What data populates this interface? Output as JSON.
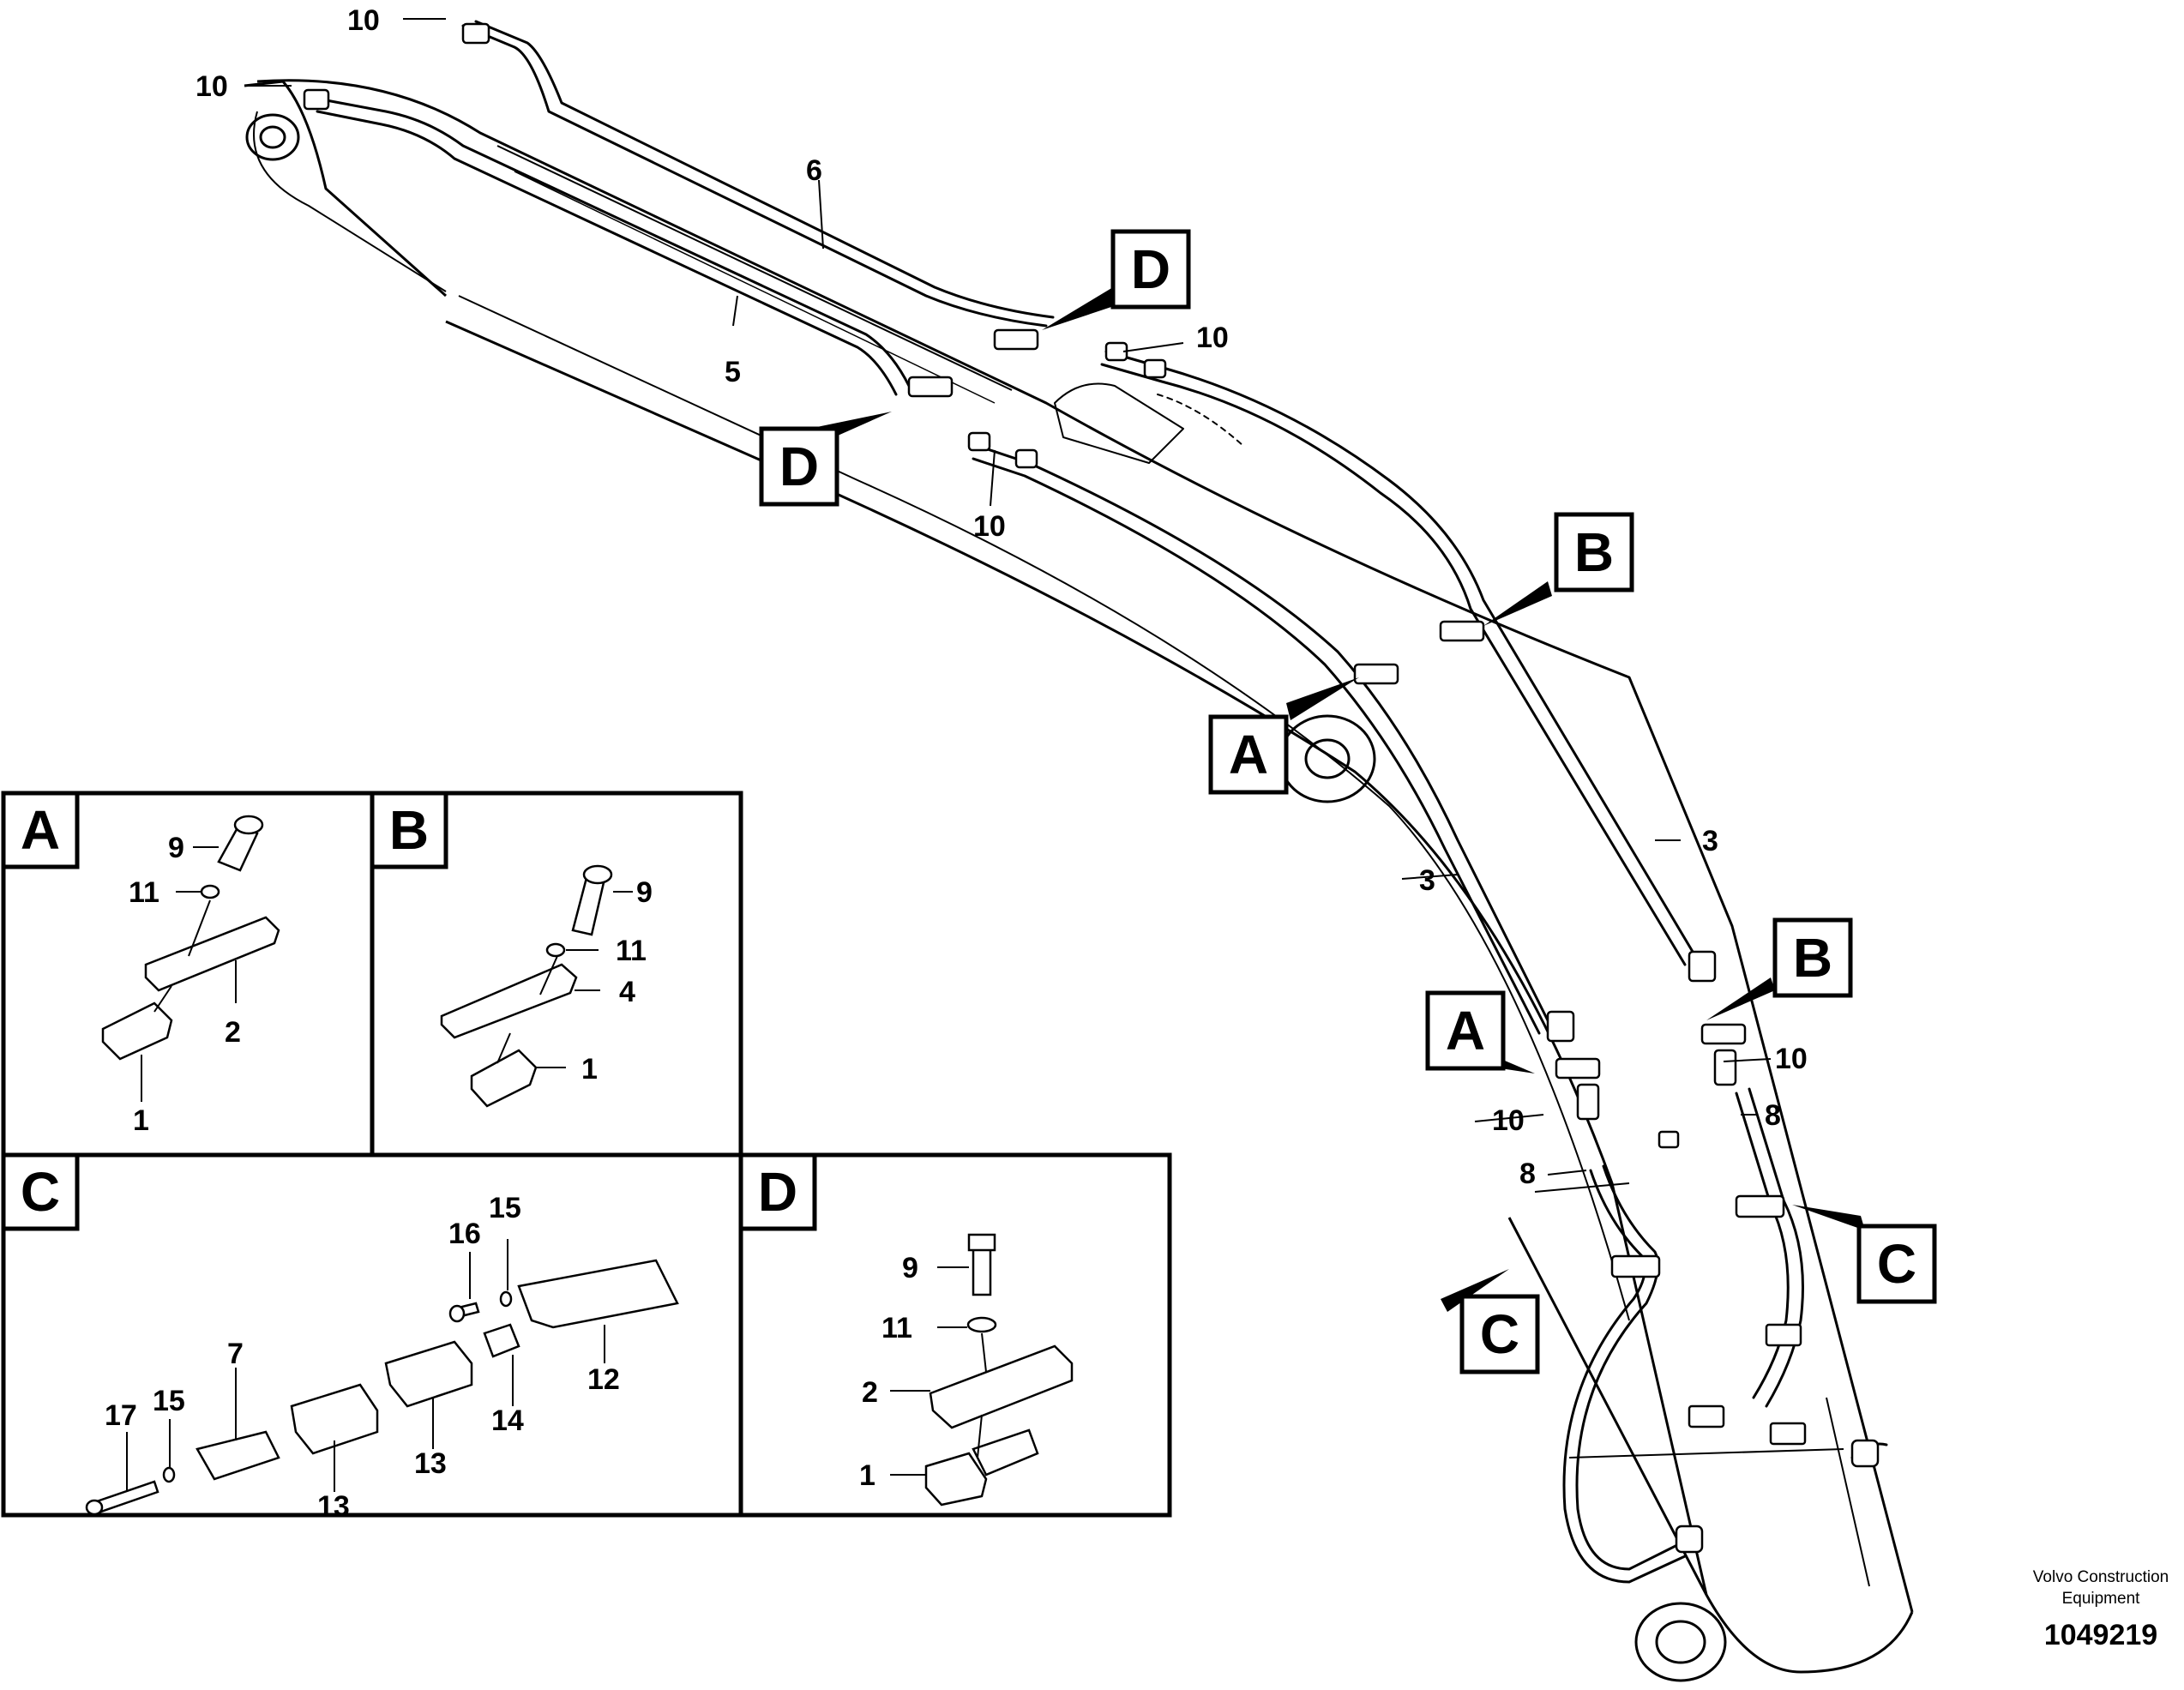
{
  "footer": {
    "company_line1": "Volvo Construction",
    "company_line2": "Equipment",
    "drawing_number": "1049219"
  },
  "callout_letters": {
    "A": "A",
    "B": "B",
    "C": "C",
    "D": "D"
  },
  "part_numbers": {
    "p1": "1",
    "p2": "2",
    "p3": "3",
    "p4": "4",
    "p5": "5",
    "p6": "6",
    "p7": "7",
    "p8": "8",
    "p9": "9",
    "p10": "10",
    "p11": "11",
    "p12": "12",
    "p13": "13",
    "p14": "14",
    "p15": "15",
    "p16": "16",
    "p17": "17"
  },
  "colors": {
    "line": "#000000",
    "background": "#ffffff"
  }
}
